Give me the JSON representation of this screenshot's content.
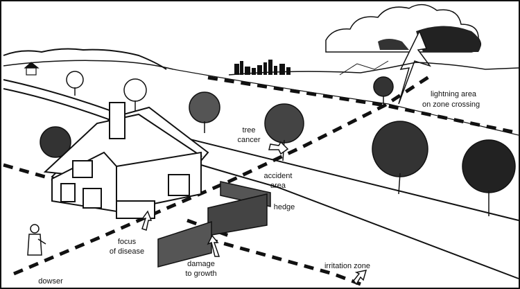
{
  "labels": {
    "lightning_line1": "lightning area",
    "lightning_line2": "on zone crossing",
    "tree_cancer_line1": "tree",
    "tree_cancer_line2": "cancer",
    "accident_line1": "accident",
    "accident_line2": "area",
    "hedge": "hedge",
    "focus_line1": "focus",
    "focus_line2": "of disease",
    "damage_line1": "damage",
    "damage_line2": "to growth",
    "irritation_zone": "irritation zone",
    "dowser": "dowser"
  },
  "colors": {
    "ink": "#111111",
    "paper": "#ffffff"
  }
}
